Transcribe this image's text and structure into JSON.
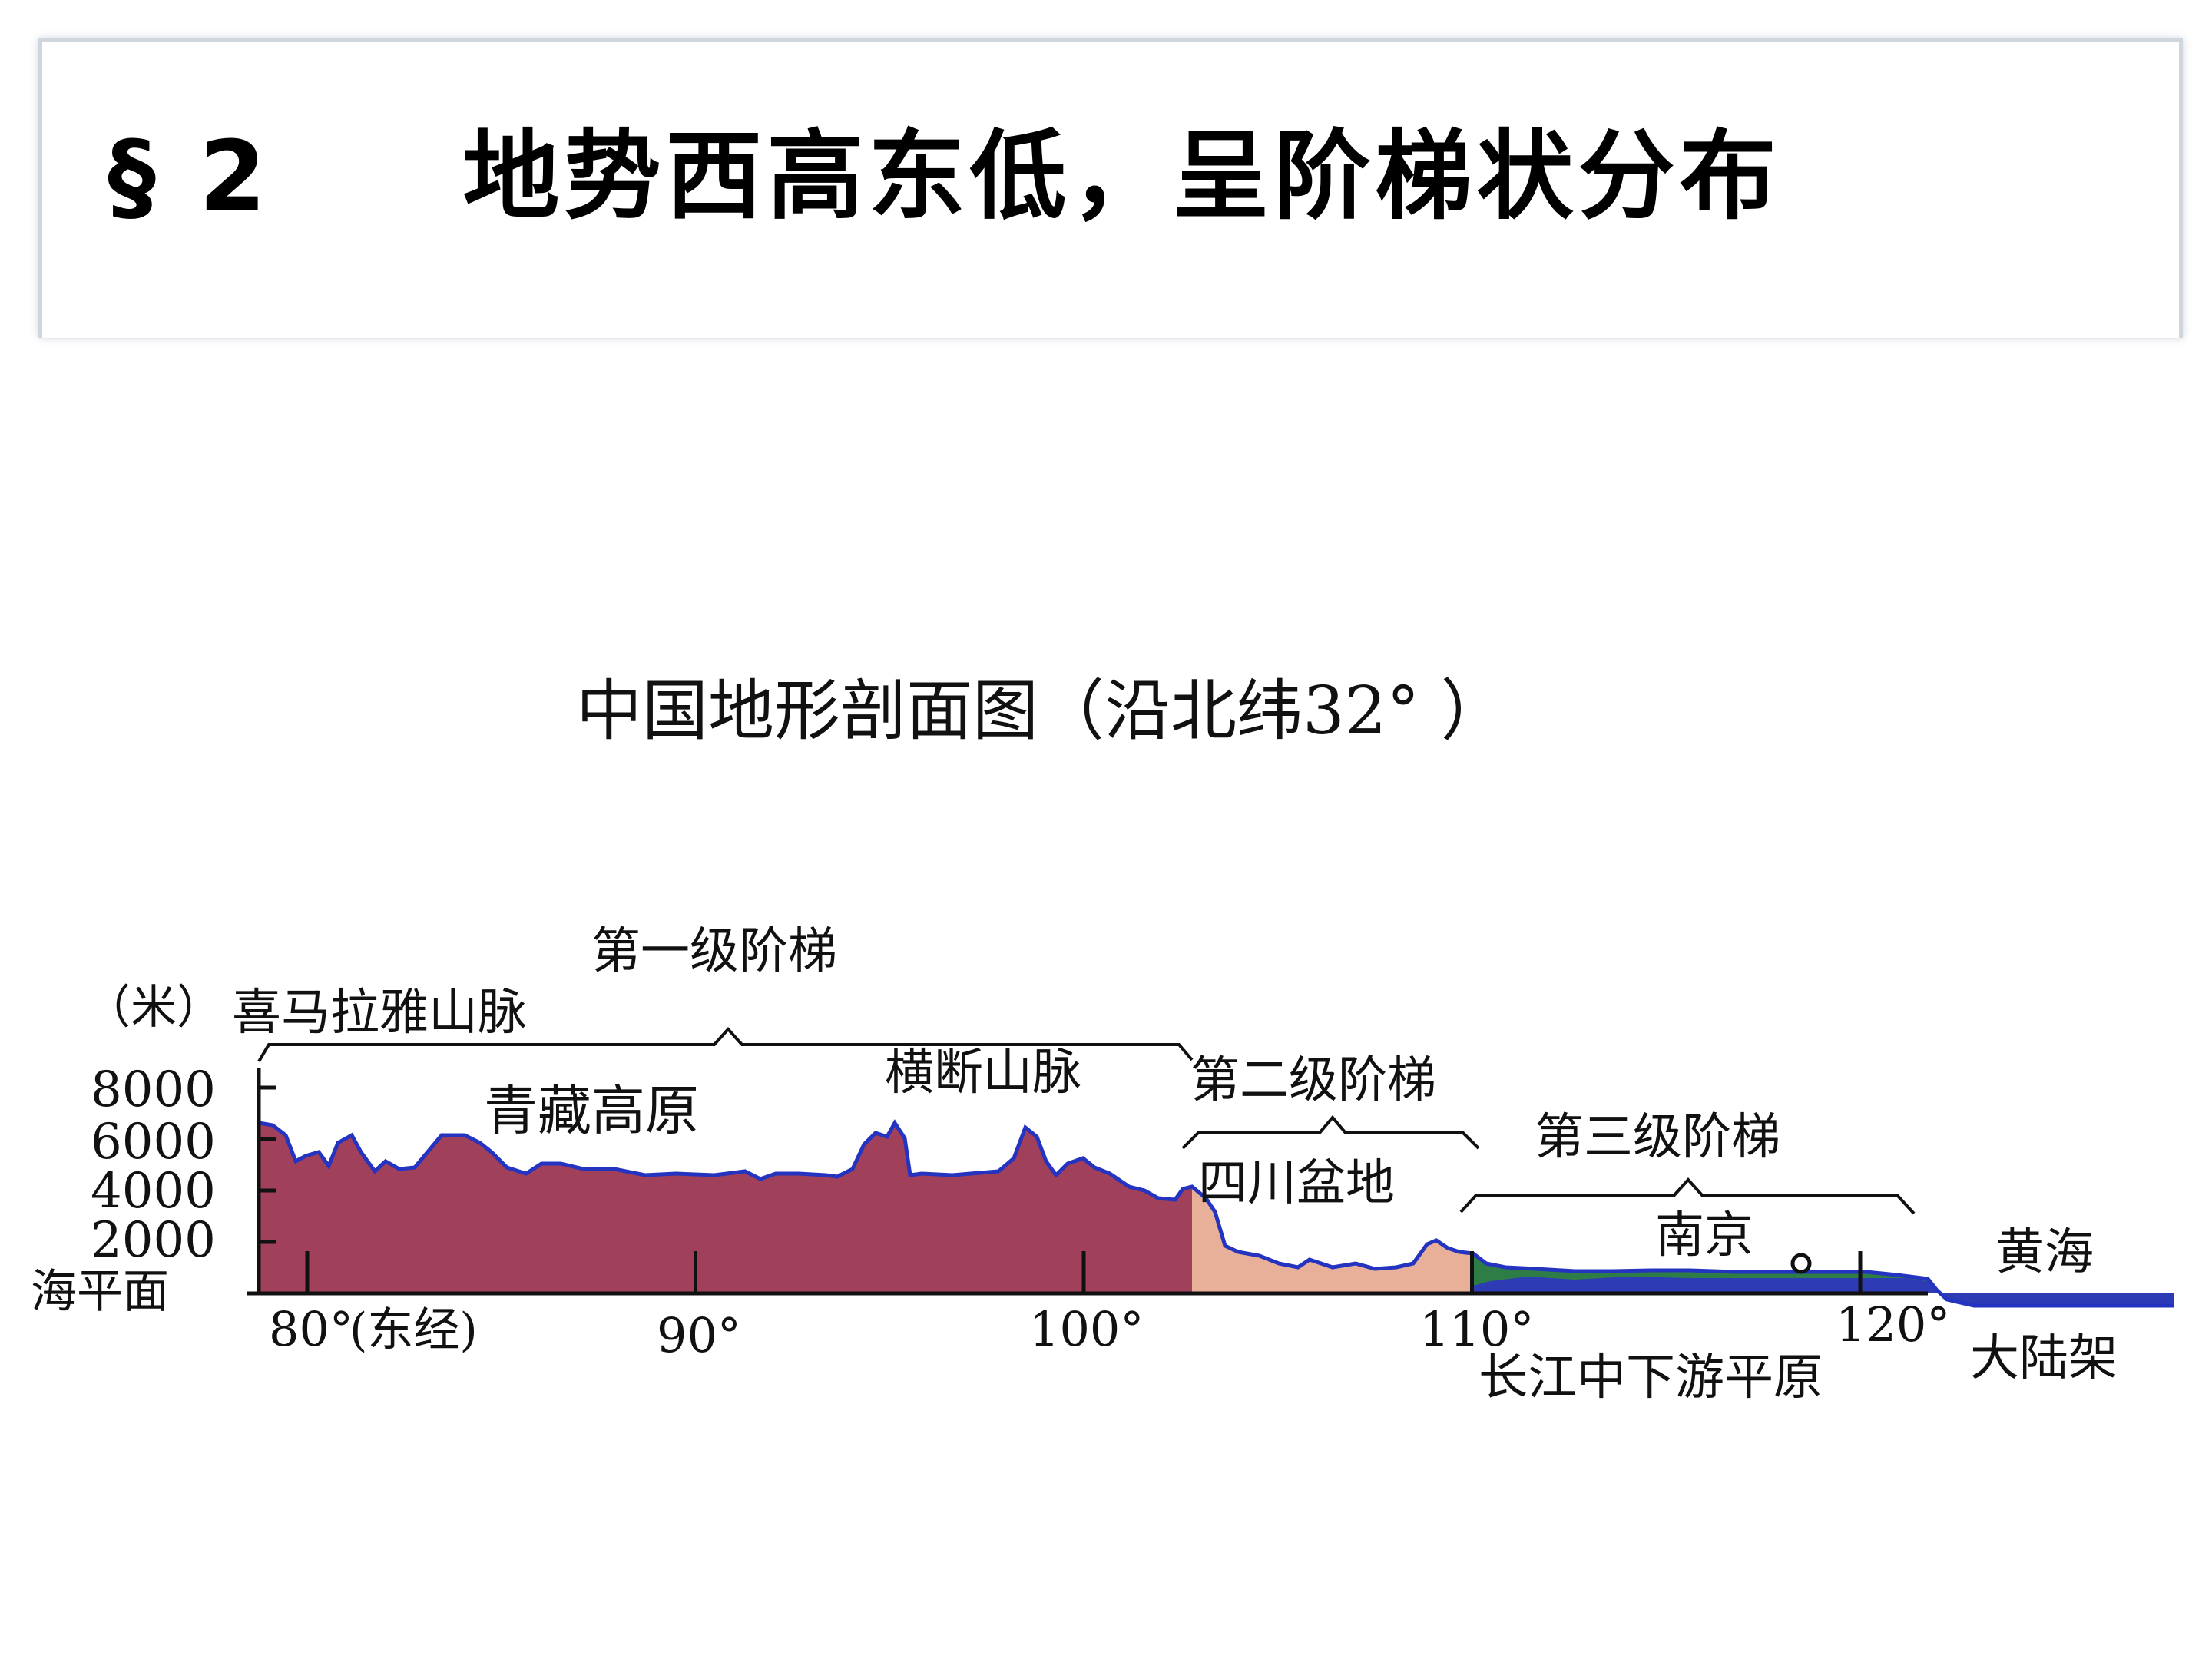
{
  "slide": {
    "section": "§ 2",
    "title": "地势西高东低，呈阶梯状分布"
  },
  "profile": {
    "title": "中国地形剖面图（沿北纬32°  ）",
    "y_unit": "（米）",
    "y_ticks": [
      "8000",
      "6000",
      "4000",
      "2000"
    ],
    "y_base": "海平面",
    "y_values": [
      8000,
      6000,
      4000,
      2000,
      0
    ],
    "x_ticks": [
      "80°",
      "90°",
      "100°",
      "110°",
      "120°"
    ],
    "x_values": [
      80,
      90,
      100,
      110,
      120
    ],
    "x_unit": "(东经)",
    "steps": [
      {
        "label": "第一级阶梯",
        "color": "#a0405a",
        "range": [
          79.5,
          103.5
        ]
      },
      {
        "label": "第二级阶梯",
        "color": "#e8b098",
        "range": [
          103.5,
          110.3
        ]
      },
      {
        "label": "第三级阶梯",
        "color": "#2e7d46",
        "range": [
          110.3,
          122.5
        ]
      }
    ],
    "sea_color": "#2d3cb4",
    "outline_color": "#2433c0",
    "features": {
      "himalaya": "喜马拉雅山脉",
      "tibet": "青藏高原",
      "hengduan": "横断山脉",
      "sichuan": "四川盆地",
      "nanjing": "南京",
      "plain": "长江中下游平原",
      "yellow_sea": "黄海",
      "shelf": "大陆架"
    }
  }
}
